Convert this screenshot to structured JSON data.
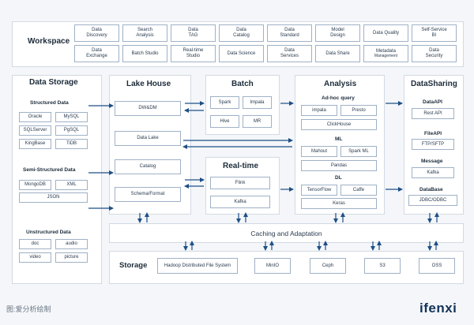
{
  "workspace": {
    "title": "Workspace",
    "tiles": [
      {
        "l1": "Data",
        "l2": "Discovery"
      },
      {
        "l1": "Search",
        "l2": "Analysis"
      },
      {
        "l1": "Data",
        "l2": "TAG"
      },
      {
        "l1": "Data",
        "l2": "Catalog"
      },
      {
        "l1": "Data",
        "l2": "Standard"
      },
      {
        "l1": "Model",
        "l2": "Design"
      },
      {
        "l1": "Data Quality",
        "l2": ""
      },
      {
        "l1": "Self-Service",
        "l2": "BI"
      },
      {
        "l1": "Data",
        "l2": "Exchange"
      },
      {
        "l1": "Batch Studio",
        "l2": ""
      },
      {
        "l1": "Real-time",
        "l2": "Studio"
      },
      {
        "l1": "Data Science",
        "l2": ""
      },
      {
        "l1": "Data",
        "l2": "Services"
      },
      {
        "l1": "Data Share",
        "l2": ""
      },
      {
        "l1": "Metadata",
        "l2": "Management"
      },
      {
        "l1": "Data",
        "l2": "Security"
      }
    ]
  },
  "data_storage": {
    "title": "Data Storage",
    "structured": {
      "title": "Structured Data",
      "items": [
        "Oracle",
        "MySQL",
        "SQLServer",
        "PgSQL",
        "KingBase",
        "TiDB"
      ]
    },
    "semi": {
      "title": "Semi-Structured Data",
      "items": [
        "MongoDB",
        "XML",
        "JSON"
      ]
    },
    "unstructured": {
      "title": "Unstructured Data",
      "items": [
        "doc",
        "audio",
        "video",
        "picture"
      ]
    }
  },
  "lake_house": {
    "title": "Lake House",
    "items": [
      "DW&DM",
      "Data Lake",
      "Catalog",
      "Schema/Format"
    ]
  },
  "batch": {
    "title": "Batch",
    "items": [
      "Spark",
      "Impala",
      "Hive",
      "MR"
    ]
  },
  "realtime": {
    "title": "Real-time",
    "items": [
      "Flink",
      "Kafka"
    ]
  },
  "analysis": {
    "title": "Analysis",
    "adhoc": {
      "title": "Ad-hoc query",
      "items": [
        "impala",
        "Presto",
        "ClickHouse"
      ]
    },
    "ml": {
      "title": "ML",
      "items": [
        "Mahout",
        "Spark ML",
        "Pandas"
      ]
    },
    "dl": {
      "title": "DL",
      "items": [
        "TensorFlow",
        "Caffe",
        "Keras"
      ]
    }
  },
  "datasharing": {
    "title": "DataSharing",
    "groups": [
      {
        "title": "DataAPI",
        "item": "Rest API"
      },
      {
        "title": "FileAPI",
        "item": "FTP/SFTP"
      },
      {
        "title": "Message",
        "item": "Kafka"
      },
      {
        "title": "DataBase",
        "item": "JDBC/ODBC"
      }
    ]
  },
  "caching": {
    "label": "Caching and Adaptation"
  },
  "storage": {
    "title": "Storage",
    "items": [
      "Hadoop Distributed File System",
      "MinIO",
      "Ceph",
      "S3",
      "OSS"
    ]
  },
  "footer": {
    "caption": "图:爱分析绘制",
    "logo": "ifenxi"
  },
  "colors": {
    "arrow": "#1e4f86",
    "border": "#9fb1c6",
    "background": "#f4f6f9"
  }
}
